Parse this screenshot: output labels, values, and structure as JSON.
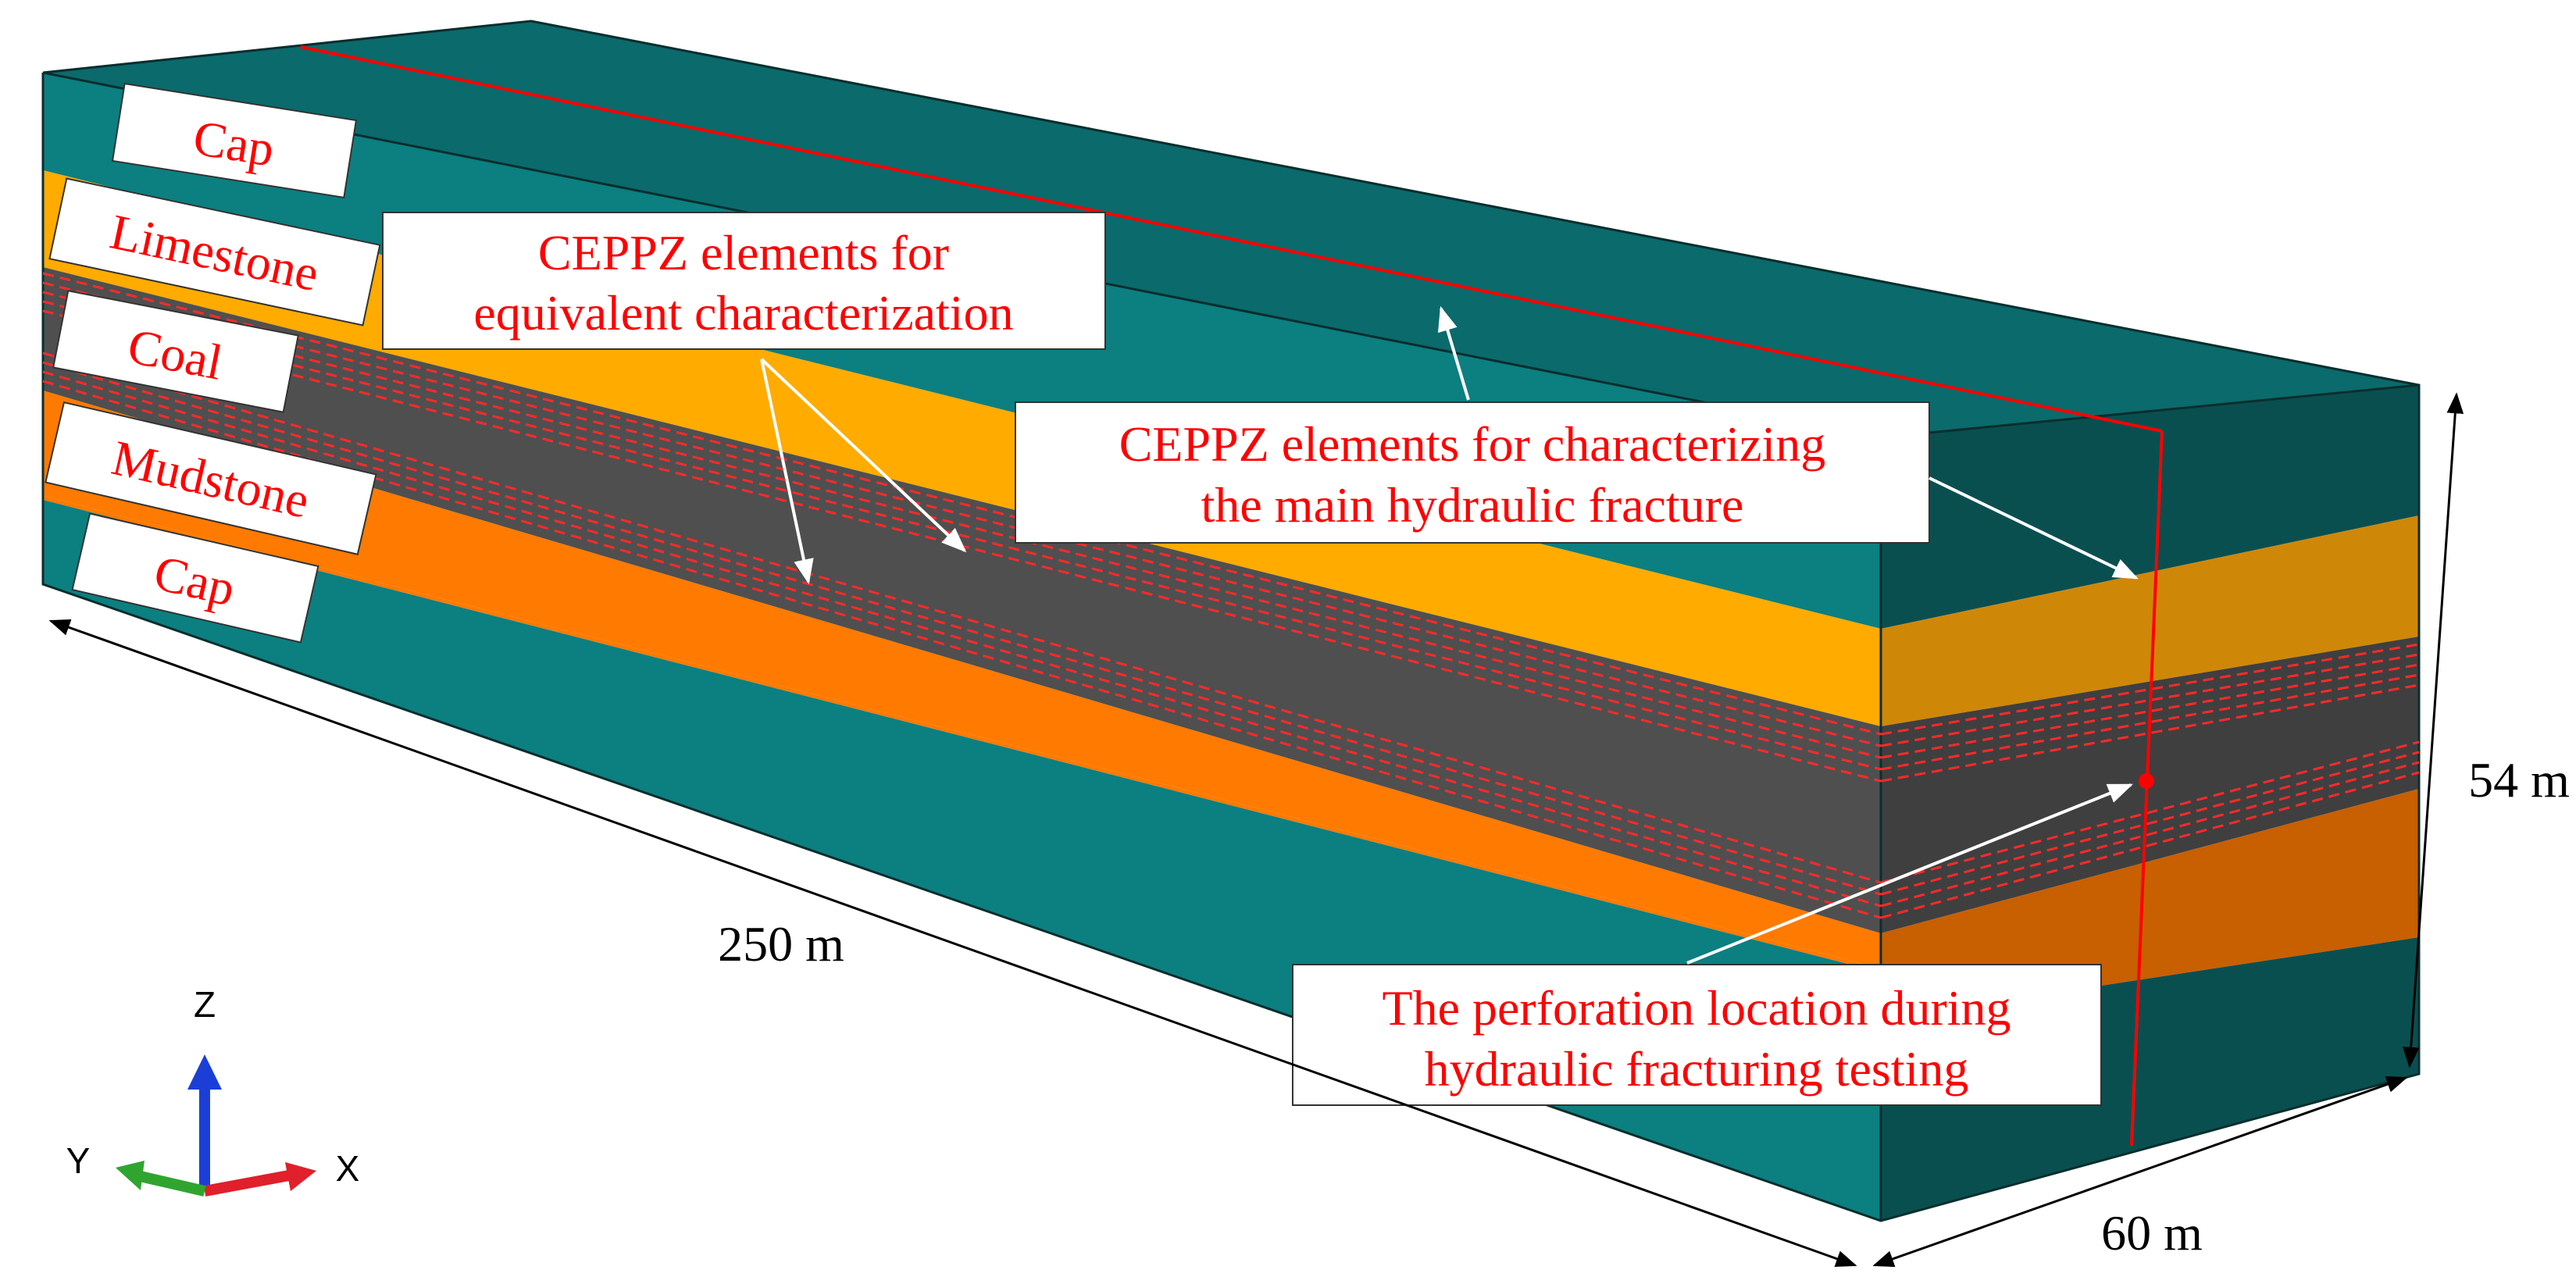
{
  "diagram": {
    "layer_labels": [
      "Cap",
      "Limestone",
      "Coal",
      "Mudstone",
      "Cap"
    ],
    "callouts": {
      "cepz_equivalent": [
        "CEPPZ elements for",
        "equivalent characterization"
      ],
      "cepz_main_fracture": [
        "CEPPZ elements for characterizing",
        "the main hydraulic fracture"
      ],
      "perforation": [
        "The perforation location during",
        "hydraulic fracturing testing"
      ]
    },
    "dimensions": {
      "length": "250 m",
      "width": "60 m",
      "height": "54 m"
    },
    "axes": {
      "z": "Z",
      "y": "Y",
      "x": "X"
    },
    "colors": {
      "cap_front": "#0c7f80",
      "cap_top": "#0b6a6b",
      "cap_side": "#0a4f50",
      "limestone_front": "#ffab00",
      "limestone_side": "#cf8708",
      "coal_front": "#4f4f4f",
      "coal_side": "#3f3f3f",
      "mudstone_front": "#ff7a00",
      "mudstone_side": "#c85f00",
      "annotation_red": "#ff0000",
      "axis_z": "#1b3fd6",
      "axis_x": "#e0202a",
      "axis_y": "#2fa52f"
    }
  }
}
